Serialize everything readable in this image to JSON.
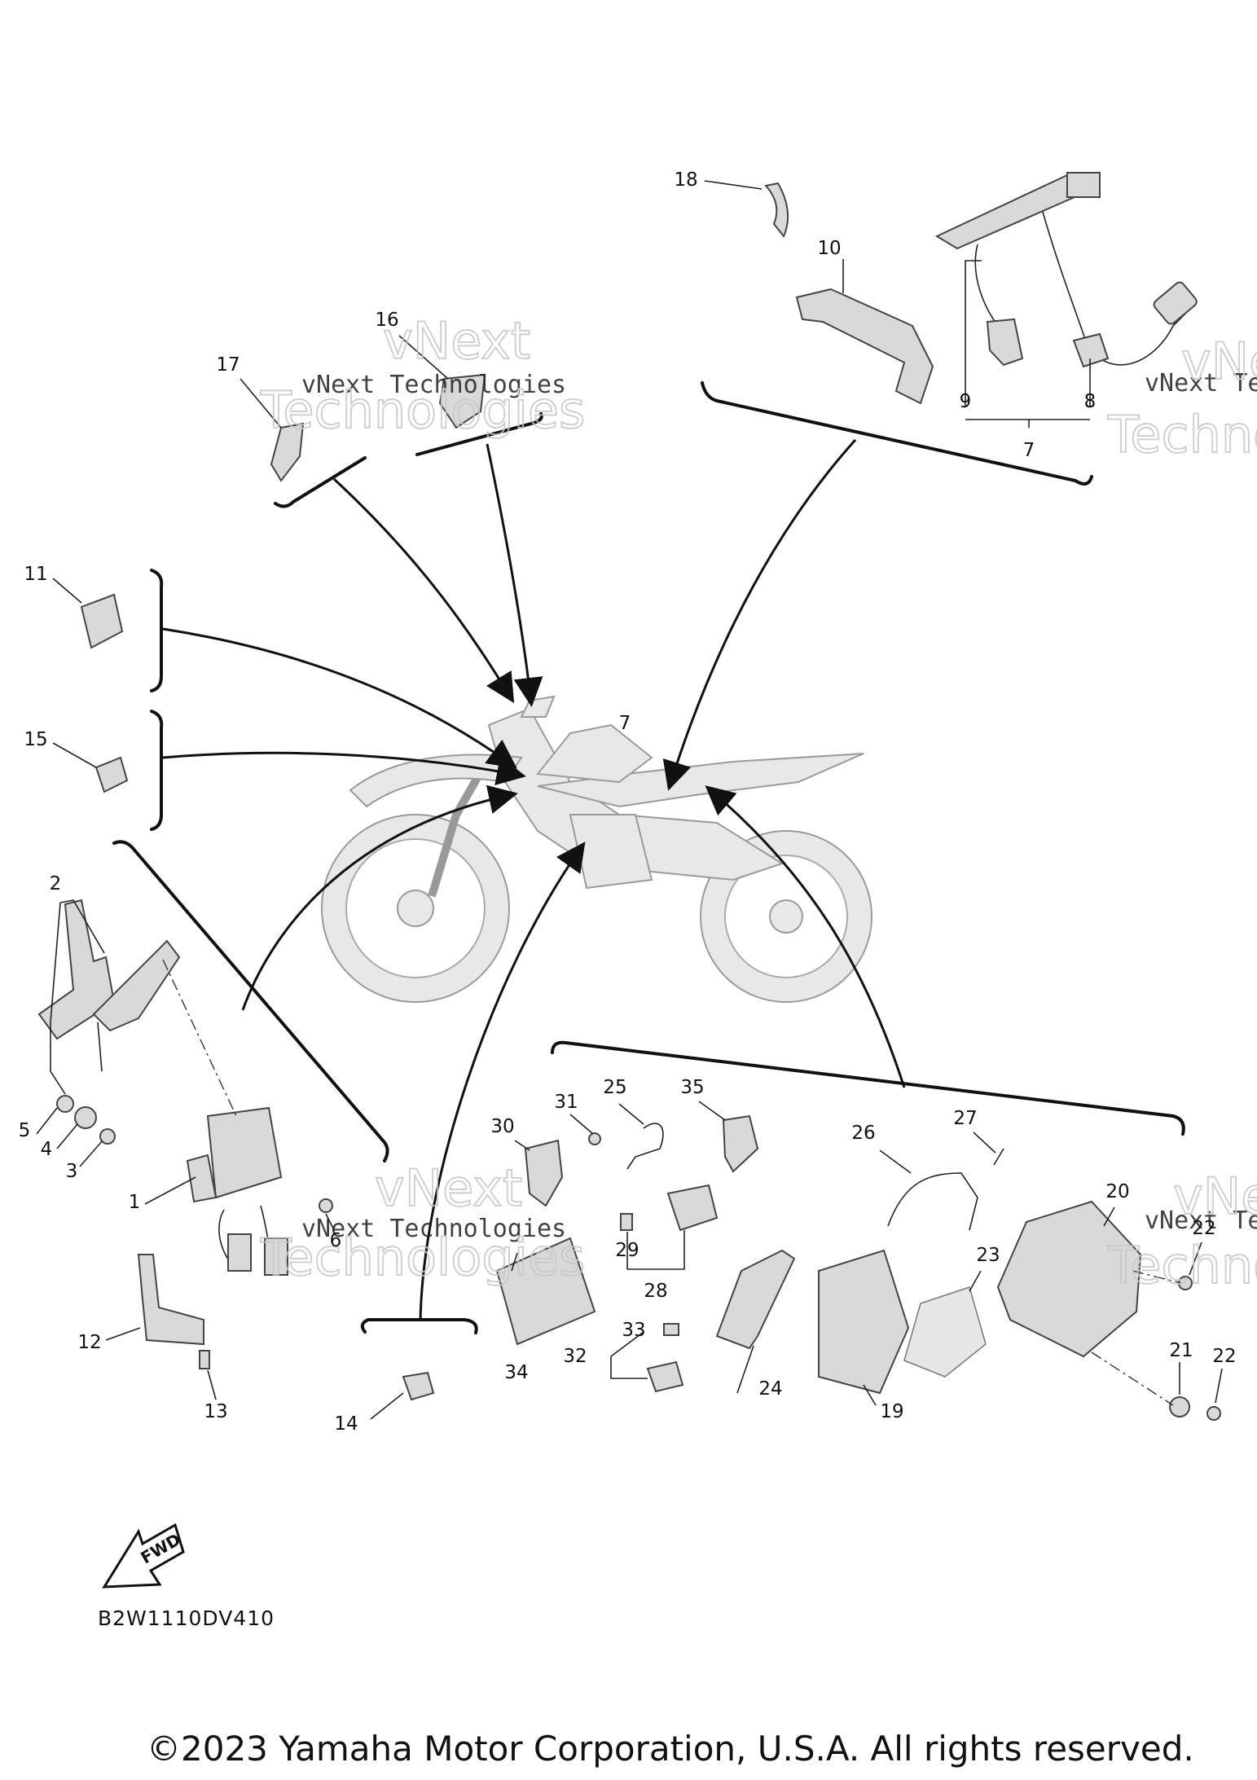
{
  "watermark": {
    "company": "vNext Technologies",
    "word1": "vNext",
    "word2": "Technologies"
  },
  "callouts": {
    "n1": "1",
    "n2": "2",
    "n3": "3",
    "n4": "4",
    "n5": "5",
    "n6": "6",
    "n7": "7",
    "n7b": "7",
    "n8": "8",
    "n9": "9",
    "n10": "10",
    "n11": "11",
    "n12": "12",
    "n13": "13",
    "n14": "14",
    "n15": "15",
    "n16": "16",
    "n17": "17",
    "n18": "18",
    "n19": "19",
    "n20": "20",
    "n21": "21",
    "n22": "22",
    "n22b": "22",
    "n23": "23",
    "n24": "24",
    "n25": "25",
    "n26": "26",
    "n27": "27",
    "n28": "28",
    "n29": "29",
    "n30": "30",
    "n31": "31",
    "n32": "32",
    "n33": "33",
    "n34": "34",
    "n35": "35"
  },
  "fwd_label": "FWD",
  "diagram_code": "B2W1110DV410",
  "copyright": "©2023 Yamaha Motor Corporation, U.S.A. All rights reserved."
}
